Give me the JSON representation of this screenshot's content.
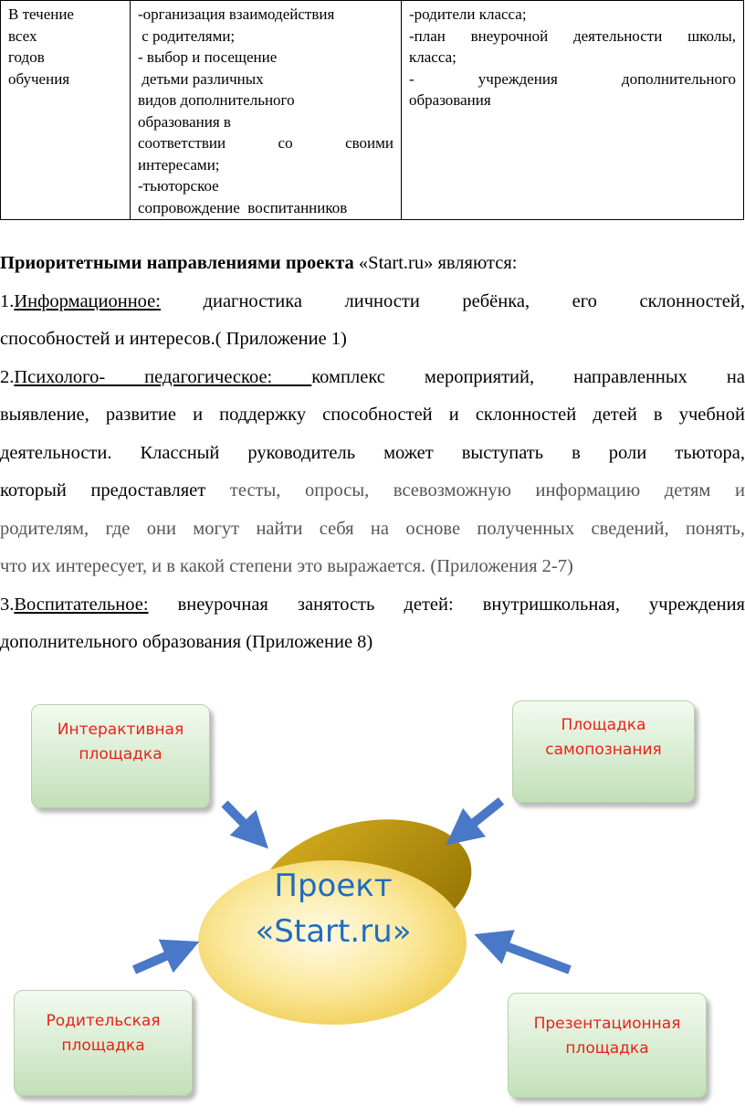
{
  "table": {
    "col1": [
      "В течение",
      "всех",
      "годов",
      "обучения"
    ],
    "col2": [
      "-организация взаимодействия",
      " с родителями;",
      "- выбор и посещение",
      " детьми различных",
      "видов дополнительного",
      "образования в",
      "соответствии со своими",
      "интересами;",
      "-тьюторское",
      "сопровождение  воспитанников"
    ],
    "col3": [
      "-родители класса;",
      "-план внеурочной деятельности школы,",
      "класса;",
      "- учреждения дополнительного",
      "образования"
    ]
  },
  "text": {
    "intro_bold": "Приоритетными направлениями проекта",
    "intro_rest": " «Start.ru» являются:",
    "p1_num": "1.",
    "p1_head": "Информационное:",
    "p1_line1_rest": " диагностика личности ребёнка, его склонностей,",
    "p1_line2": "способностей и интересов.( Приложение 1)",
    "p2_num": "2.",
    "p2_head": "Психолого- педагогическое: ",
    "p2_line1_rest": "комплекс мероприятий, направленных на",
    "p2_line2": "выявление, развитие и поддержку способностей и склонностей детей в учебной",
    "p2_line3": "деятельности. Классный руководитель может выступать в роли тьютора,",
    "p2_line4_a": "который предоставляет",
    "p2_line4_b": " тесты, опросы, всевозможную информацию детям и",
    "p2_line5": "родителям, где они могут найти себя на основе полученных сведений, понять,",
    "p2_line6": "что их интересует, и в какой степени это выражается. (Приложения 2-7)",
    "p3_num": "3.",
    "p3_head": "Воспитательное:",
    "p3_line1_rest": " внеурочная занятость детей: внутришкольная, учреждения",
    "p3_line2": "дополнительного образования (Приложение 8)"
  },
  "diagram": {
    "center_line1": "Проект",
    "center_line2": "«Start.ru»",
    "box_top_left": [
      "Интерактивная",
      "площадка"
    ],
    "box_top_right": [
      "Площадка",
      "самопознания"
    ],
    "box_bottom_left": [
      "Родительская",
      "площадка"
    ],
    "box_bottom_right": [
      "Презентационная",
      "площадка"
    ]
  },
  "colors": {
    "box_text": "#e8231a",
    "center_text": "#1f6cc0",
    "arrow": "#4a78c8",
    "box_fill": "#d8ecd1",
    "ellipse_fill": "#fbe9a0",
    "ellipse_shadow": "#b28e08"
  }
}
